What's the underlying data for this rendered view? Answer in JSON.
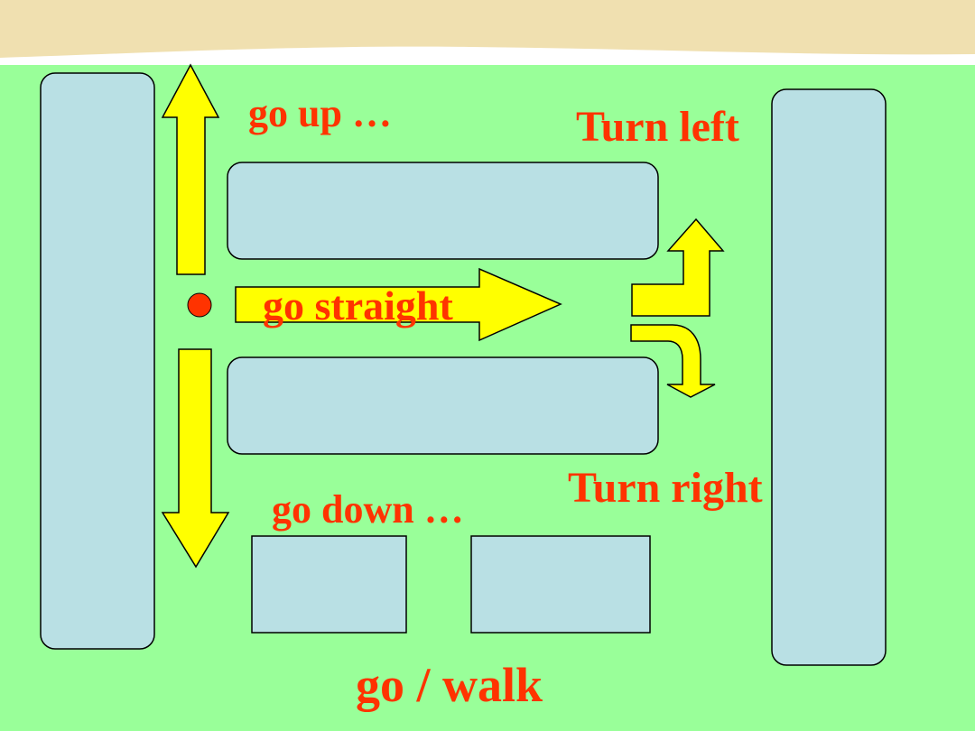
{
  "labels": {
    "go_up": "go up …",
    "turn_left": "Turn left",
    "go_straight": "go straight",
    "turn_right": "Turn right",
    "go_down": "go down …",
    "go_walk": "go / walk"
  },
  "colors": {
    "banner": "#f0e0b0",
    "background": "#99ff99",
    "block": "#b9e0e4",
    "arrow": "#ffff00",
    "label": "#ff3300",
    "start_dot": "#ff3300"
  },
  "icons": {
    "arrow_up": "arrow-up-icon",
    "arrow_right": "arrow-right-icon",
    "arrow_down": "arrow-down-icon",
    "turn_left": "turn-left-arrow-icon",
    "turn_right": "turn-right-arrow-icon",
    "start": "start-dot-icon"
  }
}
